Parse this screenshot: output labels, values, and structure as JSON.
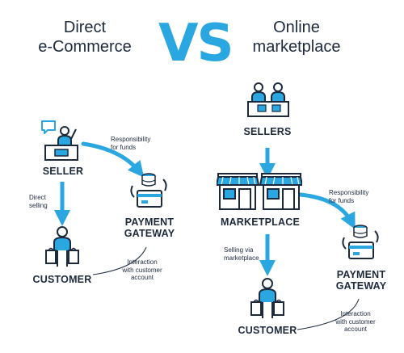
{
  "header": {
    "left_title_line1": "Direct",
    "left_title_line2": "e-Commerce",
    "vs": "VS",
    "right_title_line1": "Online",
    "right_title_line2": "marketplace"
  },
  "colors": {
    "accent": "#2aa7e0",
    "dark": "#1c2a3c"
  },
  "direct": {
    "seller": "SELLER",
    "payment_line1": "PAYMENT",
    "payment_line2": "GATEWAY",
    "customer": "CUSTOMER",
    "resp_line1": "Responsibility",
    "resp_line2": "for funds",
    "direct_line1": "Direct",
    "direct_line2": "selling",
    "inter_line1": "Interaction",
    "inter_line2": "with customer",
    "inter_line3": "account"
  },
  "marketplace": {
    "sellers": "SELLERS",
    "marketplace": "MARKETPLACE",
    "payment_line1": "PAYMENT",
    "payment_line2": "GATEWAY",
    "customer": "CUSTOMER",
    "resp_line1": "Responsibility",
    "resp_line2": "for funds",
    "selling_line1": "Selling via",
    "selling_line2": "marketplace",
    "inter_line1": "Interaction",
    "inter_line2": "with customer",
    "inter_line3": "account"
  },
  "icons": [
    "seller-icon",
    "payment-gateway-icon",
    "customer-icon",
    "sellers-icon",
    "marketplace-store-icon"
  ]
}
